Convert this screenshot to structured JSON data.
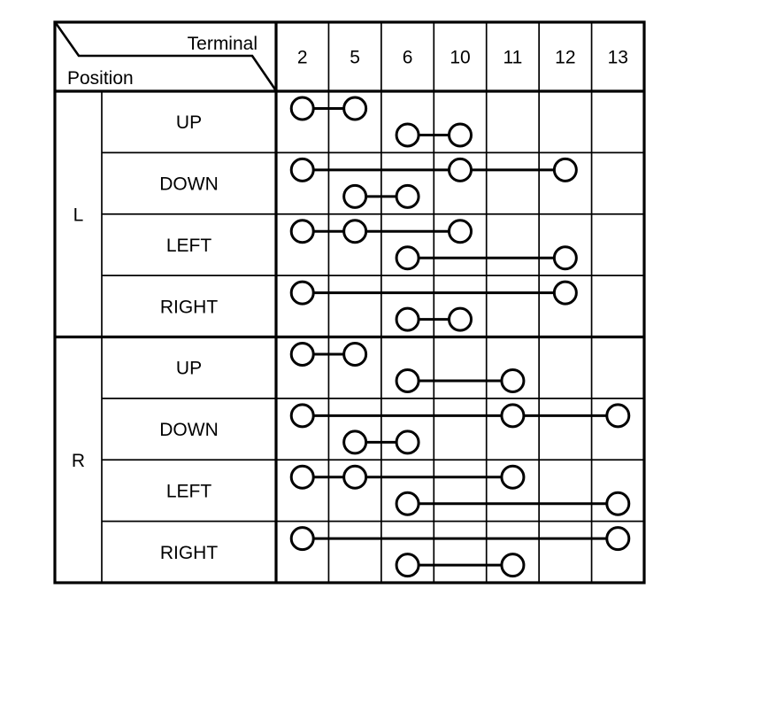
{
  "table": {
    "corner": {
      "top_right_label": "Terminal",
      "bottom_left_label": "Position"
    },
    "terminals": [
      "2",
      "5",
      "6",
      "10",
      "11",
      "12",
      "13"
    ],
    "groups": [
      {
        "label": "L",
        "rows": [
          {
            "position": "UP",
            "links": [
              {
                "level": "upper",
                "terminals": [
                  "2",
                  "5"
                ]
              },
              {
                "level": "lower",
                "terminals": [
                  "6",
                  "10"
                ]
              }
            ]
          },
          {
            "position": "DOWN",
            "links": [
              {
                "level": "upper",
                "terminals": [
                  "2",
                  "10",
                  "12"
                ]
              },
              {
                "level": "lower",
                "terminals": [
                  "5",
                  "6"
                ]
              }
            ]
          },
          {
            "position": "LEFT",
            "links": [
              {
                "level": "upper",
                "terminals": [
                  "2",
                  "5",
                  "10"
                ]
              },
              {
                "level": "lower",
                "terminals": [
                  "6",
                  "12"
                ]
              }
            ]
          },
          {
            "position": "RIGHT",
            "links": [
              {
                "level": "upper",
                "terminals": [
                  "2",
                  "12"
                ]
              },
              {
                "level": "lower",
                "terminals": [
                  "6",
                  "10"
                ]
              }
            ]
          }
        ]
      },
      {
        "label": "R",
        "rows": [
          {
            "position": "UP",
            "links": [
              {
                "level": "upper",
                "terminals": [
                  "2",
                  "5"
                ]
              },
              {
                "level": "lower",
                "terminals": [
                  "6",
                  "11"
                ]
              }
            ]
          },
          {
            "position": "DOWN",
            "links": [
              {
                "level": "upper",
                "terminals": [
                  "2",
                  "11",
                  "13"
                ]
              },
              {
                "level": "lower",
                "terminals": [
                  "5",
                  "6"
                ]
              }
            ]
          },
          {
            "position": "LEFT",
            "links": [
              {
                "level": "upper",
                "terminals": [
                  "2",
                  "5",
                  "11"
                ]
              },
              {
                "level": "lower",
                "terminals": [
                  "6",
                  "13"
                ]
              }
            ]
          },
          {
            "position": "RIGHT",
            "links": [
              {
                "level": "upper",
                "terminals": [
                  "2",
                  "13"
                ]
              },
              {
                "level": "lower",
                "terminals": [
                  "6",
                  "11"
                ]
              }
            ]
          }
        ]
      }
    ]
  },
  "colors": {
    "ink": "#000000",
    "background": "#ffffff",
    "contact_fill": "#ffffff"
  }
}
